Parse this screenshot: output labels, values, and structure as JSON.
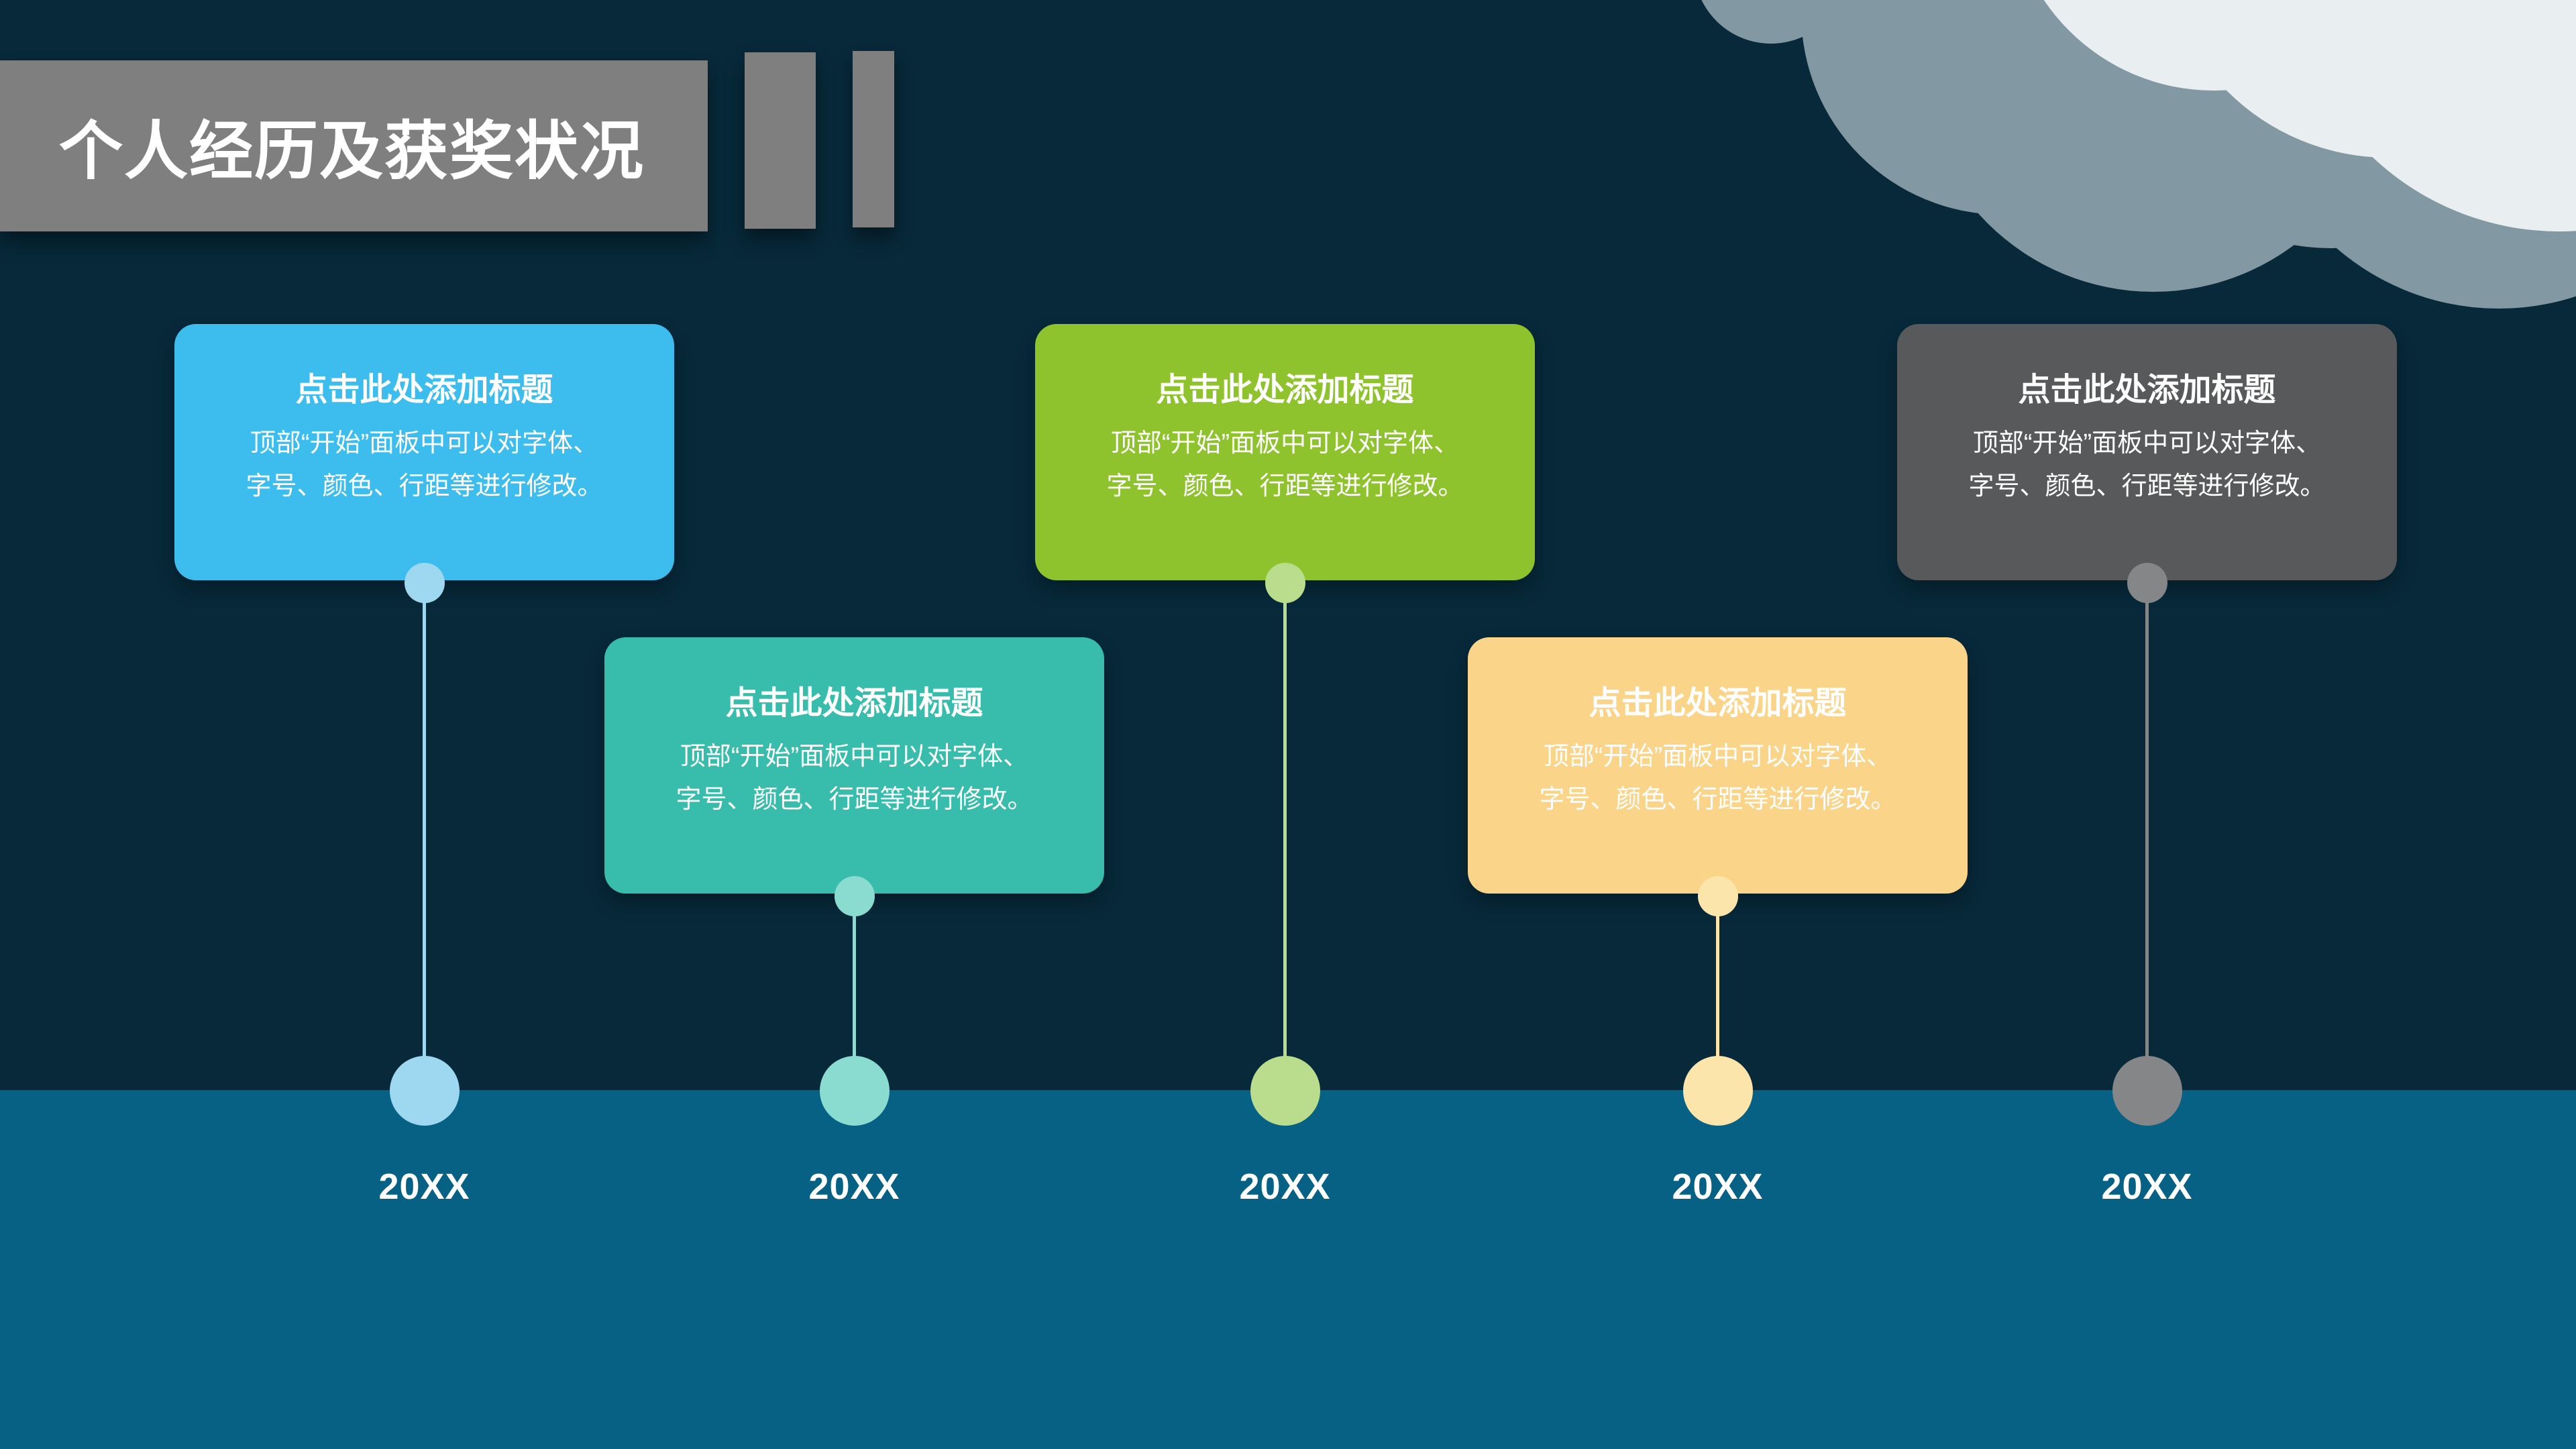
{
  "slide": {
    "title": "个人经历及获奖状况"
  },
  "theme": {
    "bg_navy": "#07293a",
    "ground_teal": "#066184",
    "banner_gray": "#7f7f7f",
    "cloud_back": "#8298a2",
    "cloud_front": "#e9eef0",
    "text_white": "#ffffff"
  },
  "cards": [
    {
      "title": "点击此处添加标题",
      "body_line1": "顶部“开始”面板中可以对字体、",
      "body_line2": "字号、颜色、行距等进行修改。",
      "year": "20XX",
      "color": "#3cbdee",
      "tint": "#9dd7f0"
    },
    {
      "title": "点击此处添加标题",
      "body_line1": "顶部“开始”面板中可以对字体、",
      "body_line2": "字号、颜色、行距等进行修改。",
      "year": "20XX",
      "color": "#38bcab",
      "tint": "#8adcd0"
    },
    {
      "title": "点击此处添加标题",
      "body_line1": "顶部“开始”面板中可以对字体、",
      "body_line2": "字号、颜色、行距等进行修改。",
      "year": "20XX",
      "color": "#8ec32e",
      "tint": "#b9dc8d"
    },
    {
      "title": "点击此处添加标题",
      "body_line1": "顶部“开始”面板中可以对字体、",
      "body_line2": "字号、颜色、行距等进行修改。",
      "year": "20XX",
      "color": "#fad489",
      "tint": "#fce5ab"
    },
    {
      "title": "点击此处添加标题",
      "body_line1": "顶部“开始”面板中可以对字体、",
      "body_line2": "字号、颜色、行距等进行修改。",
      "year": "20XX",
      "color": "#58595b",
      "tint": "#858688"
    }
  ]
}
